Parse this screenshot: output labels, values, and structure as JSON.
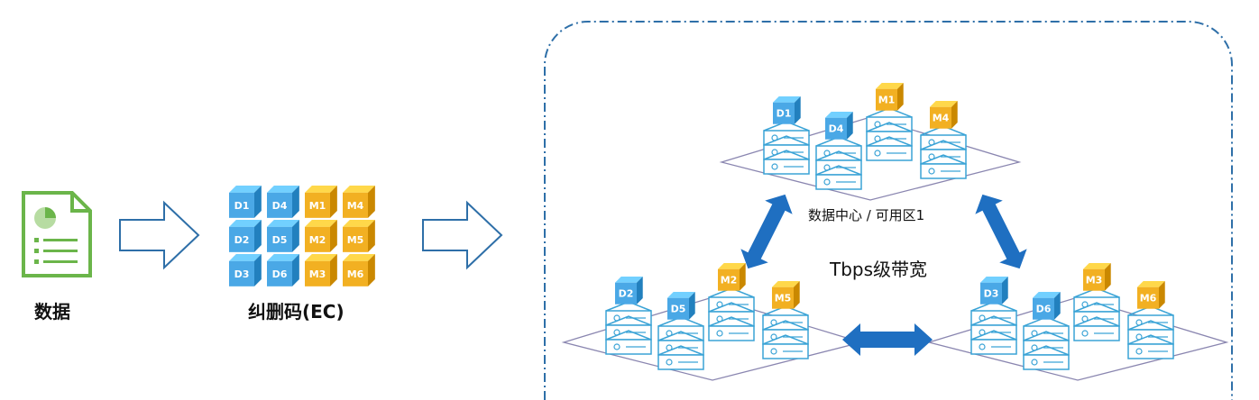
{
  "labels": {
    "data": "数据",
    "ec": "纠删码(EC)",
    "dc1": "数据中心 / 可用区1",
    "bandwidth": "Tbps级带宽"
  },
  "ec_blocks": {
    "rows": [
      [
        "D1",
        "D4",
        "M1",
        "M4"
      ],
      [
        "D2",
        "D5",
        "M2",
        "M5"
      ],
      [
        "D3",
        "D6",
        "M3",
        "M6"
      ]
    ]
  },
  "zones": [
    {
      "servers": [
        {
          "block": "D1",
          "type": "data"
        },
        {
          "block": "D4",
          "type": "data"
        },
        {
          "block": "M1",
          "type": "meta"
        },
        {
          "block": "M4",
          "type": "meta"
        }
      ]
    },
    {
      "servers": [
        {
          "block": "D2",
          "type": "data"
        },
        {
          "block": "D5",
          "type": "data"
        },
        {
          "block": "M2",
          "type": "meta"
        },
        {
          "block": "M5",
          "type": "meta"
        }
      ]
    },
    {
      "servers": [
        {
          "block": "D3",
          "type": "data"
        },
        {
          "block": "D6",
          "type": "data"
        },
        {
          "block": "M3",
          "type": "meta"
        },
        {
          "block": "M6",
          "type": "meta"
        }
      ]
    }
  ],
  "colors": {
    "data_block": "#4aa8e6",
    "meta_block": "#f2b022",
    "server_stroke": "#3aa3d6",
    "arrow_blue": "#1f6fc1",
    "doc_green": "#6bb54a",
    "outline_arrow": "#2e6fa8",
    "region_border": "#2e6fa8"
  }
}
